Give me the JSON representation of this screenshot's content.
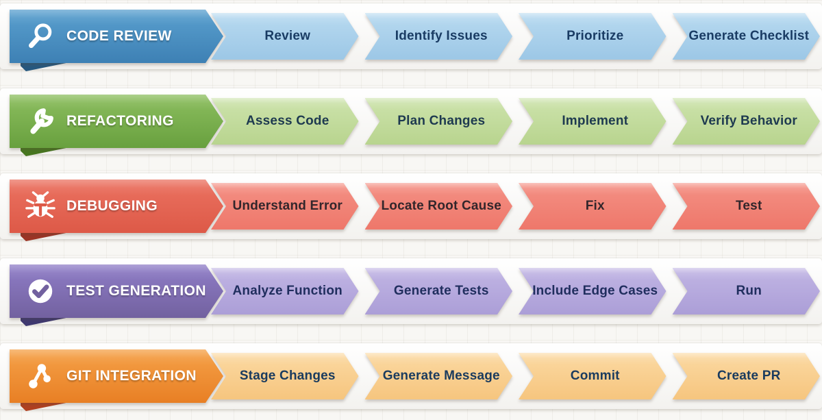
{
  "page": {
    "background": "#f8f7f4",
    "shelf_color": "#ffffff"
  },
  "workflows": [
    {
      "id": "code-review",
      "title": "CODE REVIEW",
      "icon": "magnifier-icon",
      "steps": [
        "Review",
        "Identify Issues",
        "Prioritize",
        "Generate Checklist"
      ],
      "colors": {
        "header_top": "#5aa0cf",
        "header_bottom": "#3d80b4",
        "fold": "#26587f",
        "step_top": "#b8daf0",
        "step_bottom": "#9cc7e6",
        "step_text": "#1a3c64"
      }
    },
    {
      "id": "refactoring",
      "title": "REFACTORING",
      "icon": "wrench-icon",
      "steps": [
        "Assess Code",
        "Plan Changes",
        "Implement",
        "Verify Behavior"
      ],
      "colors": {
        "header_top": "#8cbe5f",
        "header_bottom": "#68a03e",
        "fold": "#47761f",
        "step_top": "#cde3ac",
        "step_bottom": "#b8d48e",
        "step_text": "#1e3a50"
      }
    },
    {
      "id": "debugging",
      "title": "DEBUGGING",
      "icon": "bug-icon",
      "steps": [
        "Understand Error",
        "Locate Root Cause",
        "Fix",
        "Test"
      ],
      "colors": {
        "header_top": "#eb7261",
        "header_bottom": "#dd5947",
        "fold": "#9c3425",
        "step_top": "#f49084",
        "step_bottom": "#ee776a",
        "step_text": "#33262b"
      }
    },
    {
      "id": "test-generation",
      "title": "TEST GENERATION",
      "icon": "check-circle-icon",
      "steps": [
        "Analyze Function",
        "Generate Tests",
        "Include Edge Cases",
        "Run"
      ],
      "colors": {
        "header_top": "#8f7dc7",
        "header_bottom": "#72619f",
        "fold": "#3e3870",
        "step_top": "#c1b5e4",
        "step_bottom": "#ab9ed7",
        "step_text": "#202e5e"
      }
    },
    {
      "id": "git-integration",
      "title": "GIT INTEGRATION",
      "icon": "git-branch-icon",
      "steps": [
        "Stage Changes",
        "Generate Message",
        "Commit",
        "Create PR"
      ],
      "colors": {
        "header_top": "#f5a148",
        "header_bottom": "#e87f24",
        "fold": "#b04020",
        "step_top": "#fbd9a2",
        "step_bottom": "#f6c57e",
        "step_text": "#1a3b5e"
      }
    }
  ]
}
